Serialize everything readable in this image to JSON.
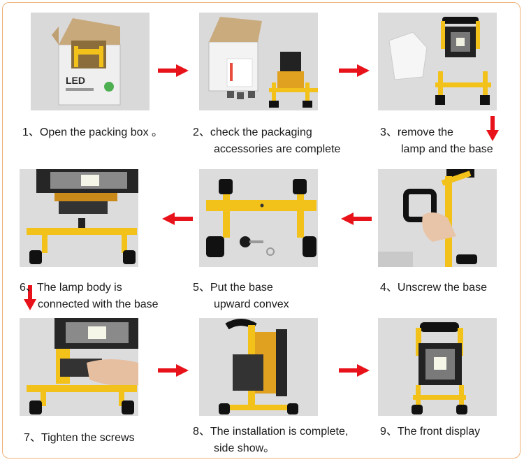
{
  "steps": [
    {
      "line1": "1、Open the packing box 。",
      "line2": ""
    },
    {
      "line1": "2、check the packaging",
      "line2": "accessories are complete"
    },
    {
      "line1": "3、remove the",
      "line2": "lamp and the base"
    },
    {
      "line1": "4、Unscrew the base",
      "line2": ""
    },
    {
      "line1": "5、Put the base",
      "line2": "upward convex"
    },
    {
      "line1": "6、The lamp body is",
      "line2": "connected with the base"
    },
    {
      "line1": "7、Tighten the screws",
      "line2": ""
    },
    {
      "line1": "8、The installation is complete,",
      "line2": "side show。"
    },
    {
      "line1": "9、The front display",
      "line2": ""
    }
  ],
  "box_text": "LED",
  "colors": {
    "arrow": "#e8121a",
    "border": "#f0b27a",
    "stand": "#f2c21b",
    "lamp_body": "#222222"
  }
}
